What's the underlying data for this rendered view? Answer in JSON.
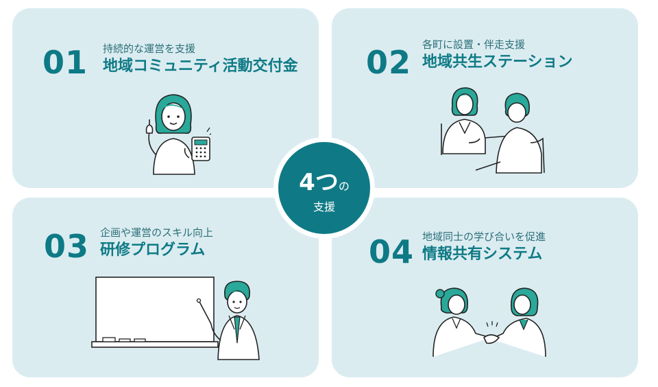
{
  "colors": {
    "card_bg": "#dbecf1",
    "accent": "#0e7a85",
    "hair": "#2aa89a",
    "center_bg": "#0f7a85"
  },
  "center": {
    "number": "4",
    "tsu": "つ",
    "no": "の",
    "label": "支援"
  },
  "cards": [
    {
      "number": "01",
      "subtitle": "持続的な運営を支援",
      "title": "地域コミュニティ活動交付金",
      "icon": "woman-with-calculator-icon"
    },
    {
      "number": "02",
      "subtitle": "各町に設置・伴走支援",
      "title": "地域共生ステーション",
      "icon": "consultation-icon"
    },
    {
      "number": "03",
      "subtitle": "企画や運営のスキル向上",
      "title": "研修プログラム",
      "icon": "teacher-whiteboard-icon"
    },
    {
      "number": "04",
      "subtitle": "地域同士の学び合いを促進",
      "title": "情報共有システム",
      "icon": "handshake-icon"
    }
  ]
}
